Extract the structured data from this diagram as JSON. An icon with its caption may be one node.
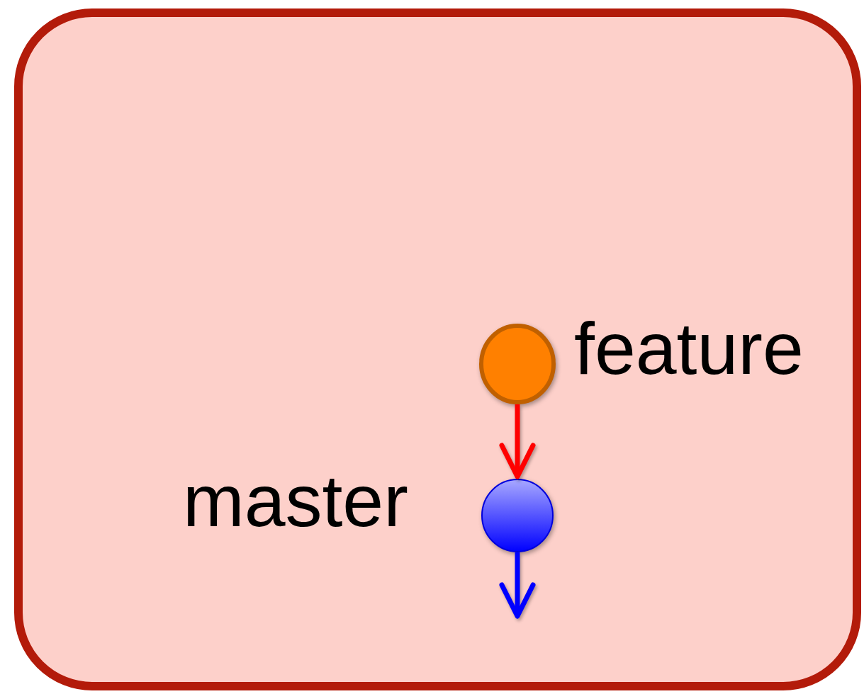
{
  "diagram": {
    "nodes": [
      {
        "text": [],
        "shape": "box"
      },
      {
        "text": [],
        "shape": "circle",
        "in": 0,
        "beside": [
          "feature"
        ]
      },
      {
        "text": [],
        "shape": "circle",
        "in": 0,
        "beside": [
          "master"
        ]
      }
    ],
    "edges": [
      {
        "from": 1,
        "to": 2,
        "arrow": "to",
        "color": "#ff0000"
      },
      {
        "from": 2,
        "to": null,
        "arrow": "to",
        "color": "#0000ff"
      }
    ]
  }
}
